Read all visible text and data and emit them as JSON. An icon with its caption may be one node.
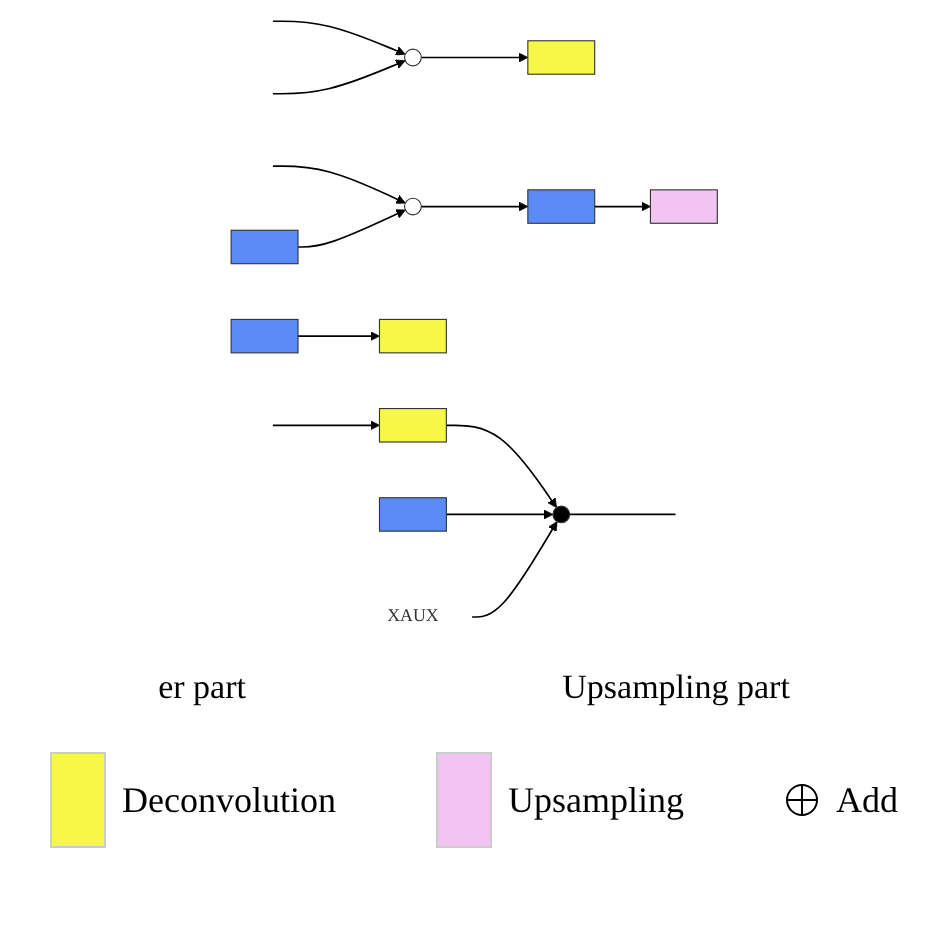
{
  "diagram": {
    "nodes": [
      {
        "text": [],
        "shape": "box"
      },
      {
        "text": [],
        "shape": "circle"
      },
      {
        "text": [],
        "shape": "box"
      },
      {
        "text": [],
        "shape": "box"
      },
      {
        "text": [],
        "shape": "box"
      },
      {
        "text": [],
        "shape": "box"
      },
      {
        "text": [],
        "shape": "circle"
      },
      {
        "text": [],
        "shape": "box"
      },
      {
        "text": [],
        "shape": "box"
      },
      {
        "text": [],
        "shape": "box"
      },
      {
        "text": [],
        "shape": "circle"
      },
      {
        "text": [
          "XAUX"
        ]
      }
    ],
    "edges": [
      {
        "from": null,
        "to": 0,
        "arrow": "to"
      },
      {
        "from": 0,
        "to": 10,
        "arrow": "to"
      },
      {
        "from": null,
        "to": 1,
        "arrow": "to"
      },
      {
        "from": null,
        "to": 1,
        "arrow": "to"
      },
      {
        "from": null,
        "to": 6,
        "arrow": "to"
      },
      {
        "from": 1,
        "to": 2,
        "arrow": "to"
      },
      {
        "from": 3,
        "to": 4,
        "arrow": "to"
      },
      {
        "from": 5,
        "to": 6,
        "arrow": "to"
      },
      {
        "from": 6,
        "to": 7,
        "arrow": "to"
      },
      {
        "from": 7,
        "to": 8,
        "arrow": "to"
      },
      {
        "from": 9,
        "to": 10,
        "arrow": "to"
      },
      {
        "from": 11,
        "to": 10,
        "arrow": "to"
      },
      {
        "from": 10,
        "to": null,
        "arrow": "none"
      }
    ],
    "labels": [
      "er part",
      "Upsampling part"
    ],
    "legend": [
      {
        "text": "Deconvolution",
        "color": "#f7f74a"
      },
      {
        "text": "Upsampling",
        "color": "#f3c4f3"
      },
      {
        "text": "Add"
      }
    ]
  }
}
